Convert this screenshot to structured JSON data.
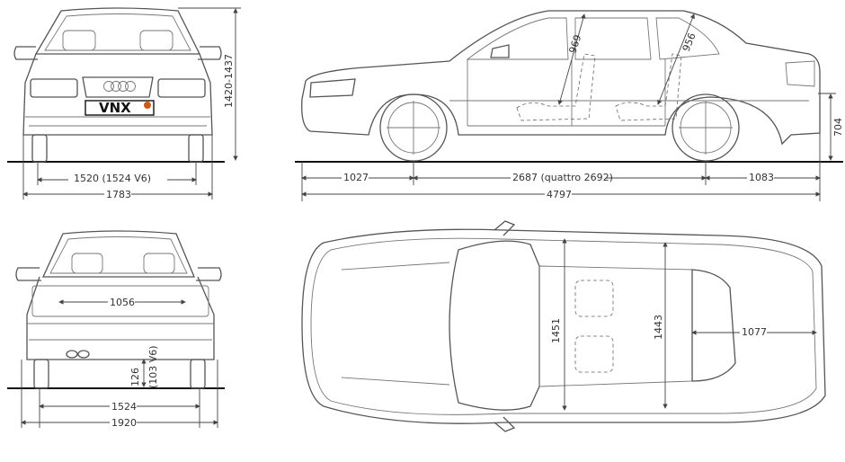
{
  "front_view": {
    "plate_text": "VNX",
    "height": "1420-1437",
    "track": "1520 (1524 V6)",
    "width": "1783"
  },
  "side_view": {
    "headroom_front": "969",
    "headroom_rear": "956",
    "height_rear": "704",
    "front_overhang": "1027",
    "wheelbase": "2687 (quattro 2692)",
    "rear_overhang": "1083",
    "length": "4797"
  },
  "rear_view": {
    "trunk_width": "1056",
    "ground_clearance": "126\n(103 V6)",
    "clearance_value": "126",
    "clearance_v6": "(103 V6)",
    "track": "1524",
    "width": "1920"
  },
  "top_view": {
    "width_front": "1451",
    "width_rear": "1443",
    "rear_overhang": "1077"
  }
}
